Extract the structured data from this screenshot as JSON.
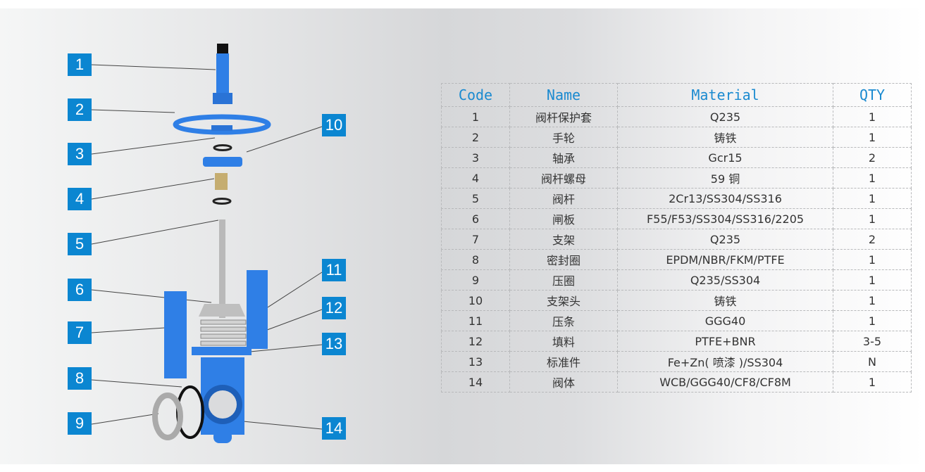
{
  "callouts": [
    "1",
    "2",
    "3",
    "4",
    "5",
    "6",
    "7",
    "8",
    "9",
    "10",
    "11",
    "12",
    "13",
    "14"
  ],
  "colors": {
    "tag": "#0b86d1",
    "valve": "#2f7fe6",
    "header": "#1a8ad0"
  },
  "table": {
    "headers": [
      "Code",
      "Name",
      "Material",
      "QTY"
    ],
    "rows": [
      [
        "1",
        "阀杆保护套",
        "Q235",
        "1"
      ],
      [
        "2",
        "手轮",
        "铸铁",
        "1"
      ],
      [
        "3",
        "轴承",
        "Gcr15",
        "2"
      ],
      [
        "4",
        "阀杆螺母",
        "59 铜",
        "1"
      ],
      [
        "5",
        "阀杆",
        "2Cr13/SS304/SS316",
        "1"
      ],
      [
        "6",
        "闸板",
        "F55/F53/SS304/SS316/2205",
        "1"
      ],
      [
        "7",
        "支架",
        "Q235",
        "2"
      ],
      [
        "8",
        "密封圈",
        "EPDM/NBR/FKM/PTFE",
        "1"
      ],
      [
        "9",
        "压圈",
        "Q235/SS304",
        "1"
      ],
      [
        "10",
        "支架头",
        "铸铁",
        "1"
      ],
      [
        "11",
        "压条",
        "GGG40",
        "1"
      ],
      [
        "12",
        "填料",
        "PTFE+BNR",
        "3-5"
      ],
      [
        "13",
        "标准件",
        "Fe+Zn( 喷漆 )/SS304",
        "N"
      ],
      [
        "14",
        "阀体",
        "WCB/GGG40/CF8/CF8M",
        "1"
      ]
    ]
  }
}
